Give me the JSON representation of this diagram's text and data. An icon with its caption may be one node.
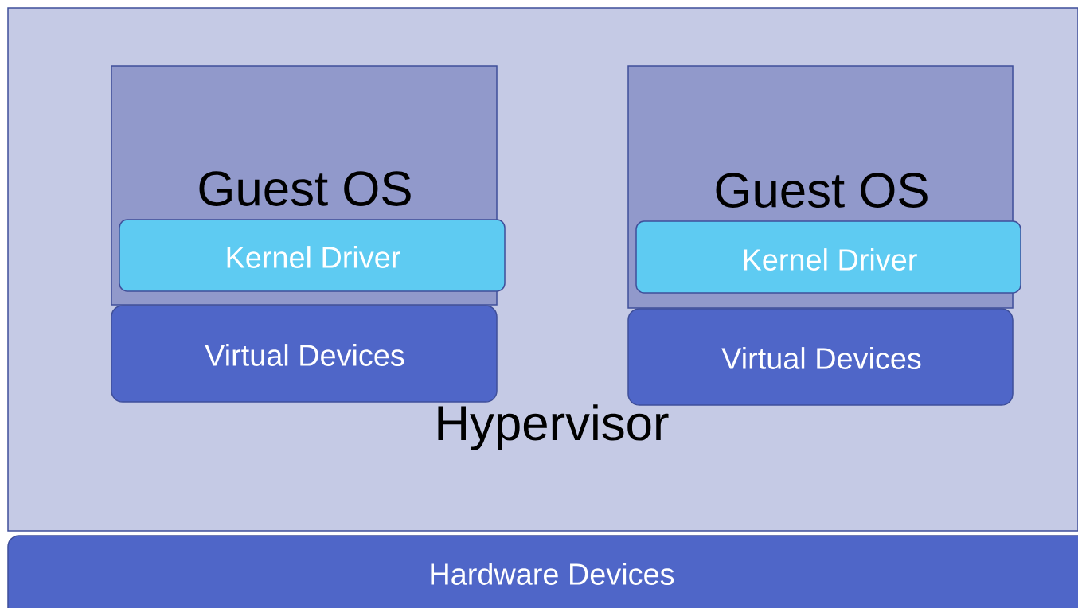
{
  "diagram": {
    "nodes": [
      {
        "text": [
          "Hypervisor"
        ]
      },
      {
        "text": [
          "Guest OS"
        ],
        "in": 0
      },
      {
        "text": [
          "Kernel Driver"
        ],
        "in": 1
      },
      {
        "text": [
          "Virtual Devices"
        ],
        "in": 0
      },
      {
        "text": [
          "Guest OS"
        ],
        "in": 0
      },
      {
        "text": [
          "Kernel Driver"
        ],
        "in": 4
      },
      {
        "text": [
          "Virtual Devices"
        ],
        "in": 0
      },
      {
        "text": [
          "Hardware Devices"
        ]
      }
    ],
    "edges": []
  }
}
